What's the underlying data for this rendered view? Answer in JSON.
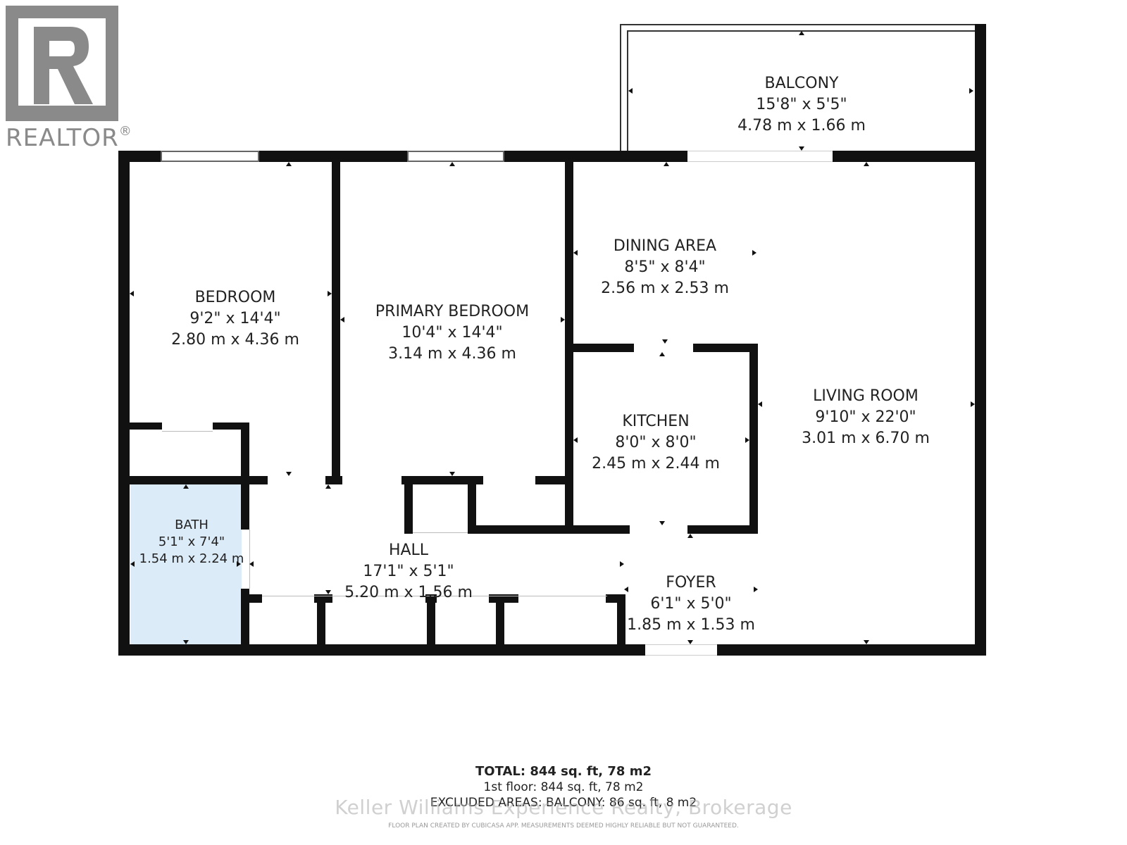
{
  "logo": {
    "text": "REALTOR",
    "mark": "®",
    "color": "#8a8a8a"
  },
  "rooms": {
    "balcony": {
      "name": "BALCONY",
      "imperial": "15'8\" x 5'5\"",
      "metric": "4.78 m x 1.66 m"
    },
    "bedroom": {
      "name": "BEDROOM",
      "imperial": "9'2\" x 14'4\"",
      "metric": "2.80 m x 4.36 m"
    },
    "primary_bedroom": {
      "name": "PRIMARY BEDROOM",
      "imperial": "10'4\" x 14'4\"",
      "metric": "3.14 m x 4.36 m"
    },
    "dining_area": {
      "name": "DINING AREA",
      "imperial": "8'5\" x 8'4\"",
      "metric": "2.56 m x 2.53 m"
    },
    "kitchen": {
      "name": "KITCHEN",
      "imperial": "8'0\" x 8'0\"",
      "metric": "2.45 m x 2.44 m"
    },
    "living_room": {
      "name": "LIVING ROOM",
      "imperial": "9'10\" x 22'0\"",
      "metric": "3.01 m x 6.70 m"
    },
    "bath": {
      "name": "BATH",
      "imperial": "5'1\" x 7'4\"",
      "metric": "1.54 m x 2.24 m"
    },
    "hall": {
      "name": "HALL",
      "imperial": "17'1\" x 5'1\"",
      "metric": "5.20 m x 1.56 m"
    },
    "foyer": {
      "name": "FOYER",
      "imperial": "6'1\" x 5'0\"",
      "metric": "1.85 m x 1.53 m"
    }
  },
  "totals": {
    "total_label": "TOTAL:",
    "total_value": "844 sq. ft, 78 m2",
    "floor": "1st floor: 844 sq. ft, 78 m2",
    "excluded": "EXCLUDED AREAS: BALCONY: 86 sq. ft, 8 m2"
  },
  "watermark": "Keller Williams Experience Realty, Brokerage",
  "disclaimer": "FLOOR PLAN CREATED BY CUBICASA APP. MEASUREMENTS DEEMED HIGHLY RELIABLE BUT NOT GUARANTEED.",
  "colors": {
    "wall": "#111111",
    "bath_fill": "#dcebf8",
    "logo_gray": "#8a8a8a"
  }
}
